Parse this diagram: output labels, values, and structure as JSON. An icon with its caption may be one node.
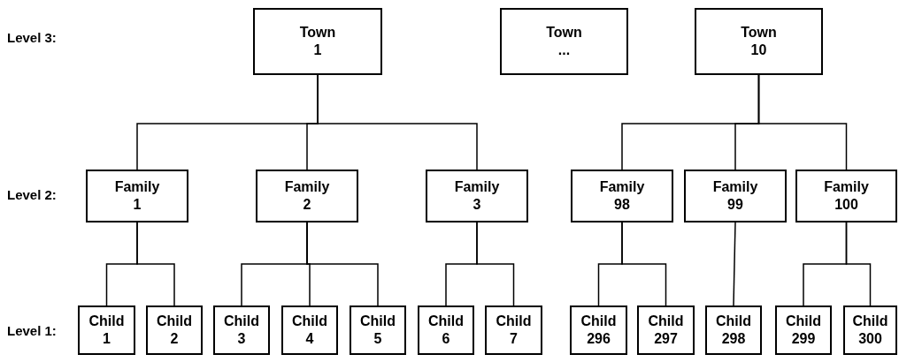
{
  "diagram": {
    "nodes": [
      {
        "text": [
          "Town 1"
        ]
      },
      {
        "text": [
          "Town ..."
        ]
      },
      {
        "text": [
          "Town 10"
        ]
      },
      {
        "text": [
          "Family 1"
        ]
      },
      {
        "text": [
          "Family 2"
        ]
      },
      {
        "text": [
          "Family 3"
        ]
      },
      {
        "text": [
          "Family 98"
        ]
      },
      {
        "text": [
          "Family 99"
        ]
      },
      {
        "text": [
          "Family 100"
        ]
      },
      {
        "text": [
          "Child 1"
        ]
      },
      {
        "text": [
          "Child 2"
        ]
      },
      {
        "text": [
          "Child 3"
        ]
      },
      {
        "text": [
          "Child 4"
        ]
      },
      {
        "text": [
          "Child 5"
        ]
      },
      {
        "text": [
          "Child 6"
        ]
      },
      {
        "text": [
          "Child 7"
        ]
      },
      {
        "text": [
          "Child 296"
        ]
      },
      {
        "text": [
          "Child 297"
        ]
      },
      {
        "text": [
          "Child 298"
        ]
      },
      {
        "text": [
          "Child 299"
        ]
      },
      {
        "text": [
          "Child 300"
        ]
      }
    ],
    "edges": [
      {
        "from": 0,
        "to": 3,
        "arrow": "none"
      },
      {
        "from": 0,
        "to": 4,
        "arrow": "none"
      },
      {
        "from": 0,
        "to": 5,
        "arrow": "none"
      },
      {
        "from": 2,
        "to": 6,
        "arrow": "none"
      },
      {
        "from": 2,
        "to": 7,
        "arrow": "none"
      },
      {
        "from": 2,
        "to": 8,
        "arrow": "none"
      },
      {
        "from": 3,
        "to": 9,
        "arrow": "none"
      },
      {
        "from": 3,
        "to": 10,
        "arrow": "none"
      },
      {
        "from": 4,
        "to": 11,
        "arrow": "none"
      },
      {
        "from": 4,
        "to": 12,
        "arrow": "none"
      },
      {
        "from": 4,
        "to": 13,
        "arrow": "none"
      },
      {
        "from": 5,
        "to": 14,
        "arrow": "none"
      },
      {
        "from": 5,
        "to": 15,
        "arrow": "none"
      },
      {
        "from": 6,
        "to": 16,
        "arrow": "none"
      },
      {
        "from": 6,
        "to": 17,
        "arrow": "none"
      },
      {
        "from": 7,
        "to": 18,
        "arrow": "none"
      },
      {
        "from": 8,
        "to": 19,
        "arrow": "none"
      },
      {
        "from": 8,
        "to": 20,
        "arrow": "none"
      }
    ],
    "labels": [
      "Level 3:",
      "Level 2:",
      "Level 1:"
    ]
  }
}
